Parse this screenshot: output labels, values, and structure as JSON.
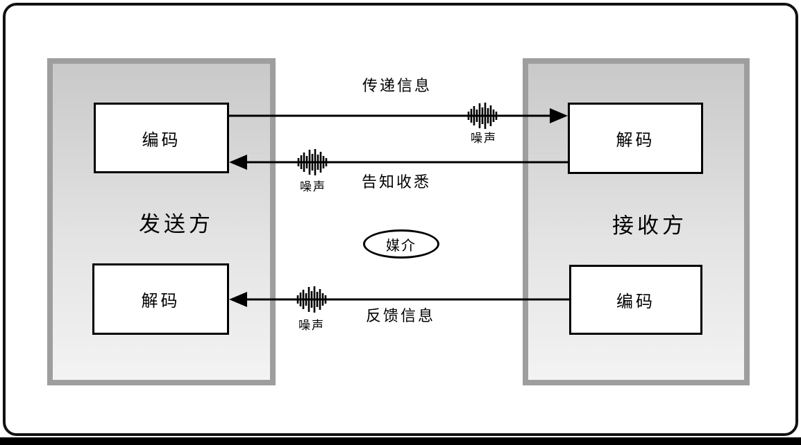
{
  "diagram": {
    "sender": {
      "title": "发送方",
      "encoder": "编码",
      "decoder": "解码"
    },
    "receiver": {
      "title": "接收方",
      "decoder": "解码",
      "encoder": "编码"
    },
    "flows": {
      "forward": "传递信息",
      "ack": "告知收悉",
      "feedback": "反馈信息"
    },
    "noise": "噪声",
    "medium": "媒介",
    "colors": {
      "line": "#000000",
      "panel_border": "#9e9e9e",
      "panel_fill_top": "#c9c9c9",
      "panel_fill_bottom": "#f3f3f3",
      "frame_border": "#111111",
      "background": "#ffffff"
    }
  }
}
